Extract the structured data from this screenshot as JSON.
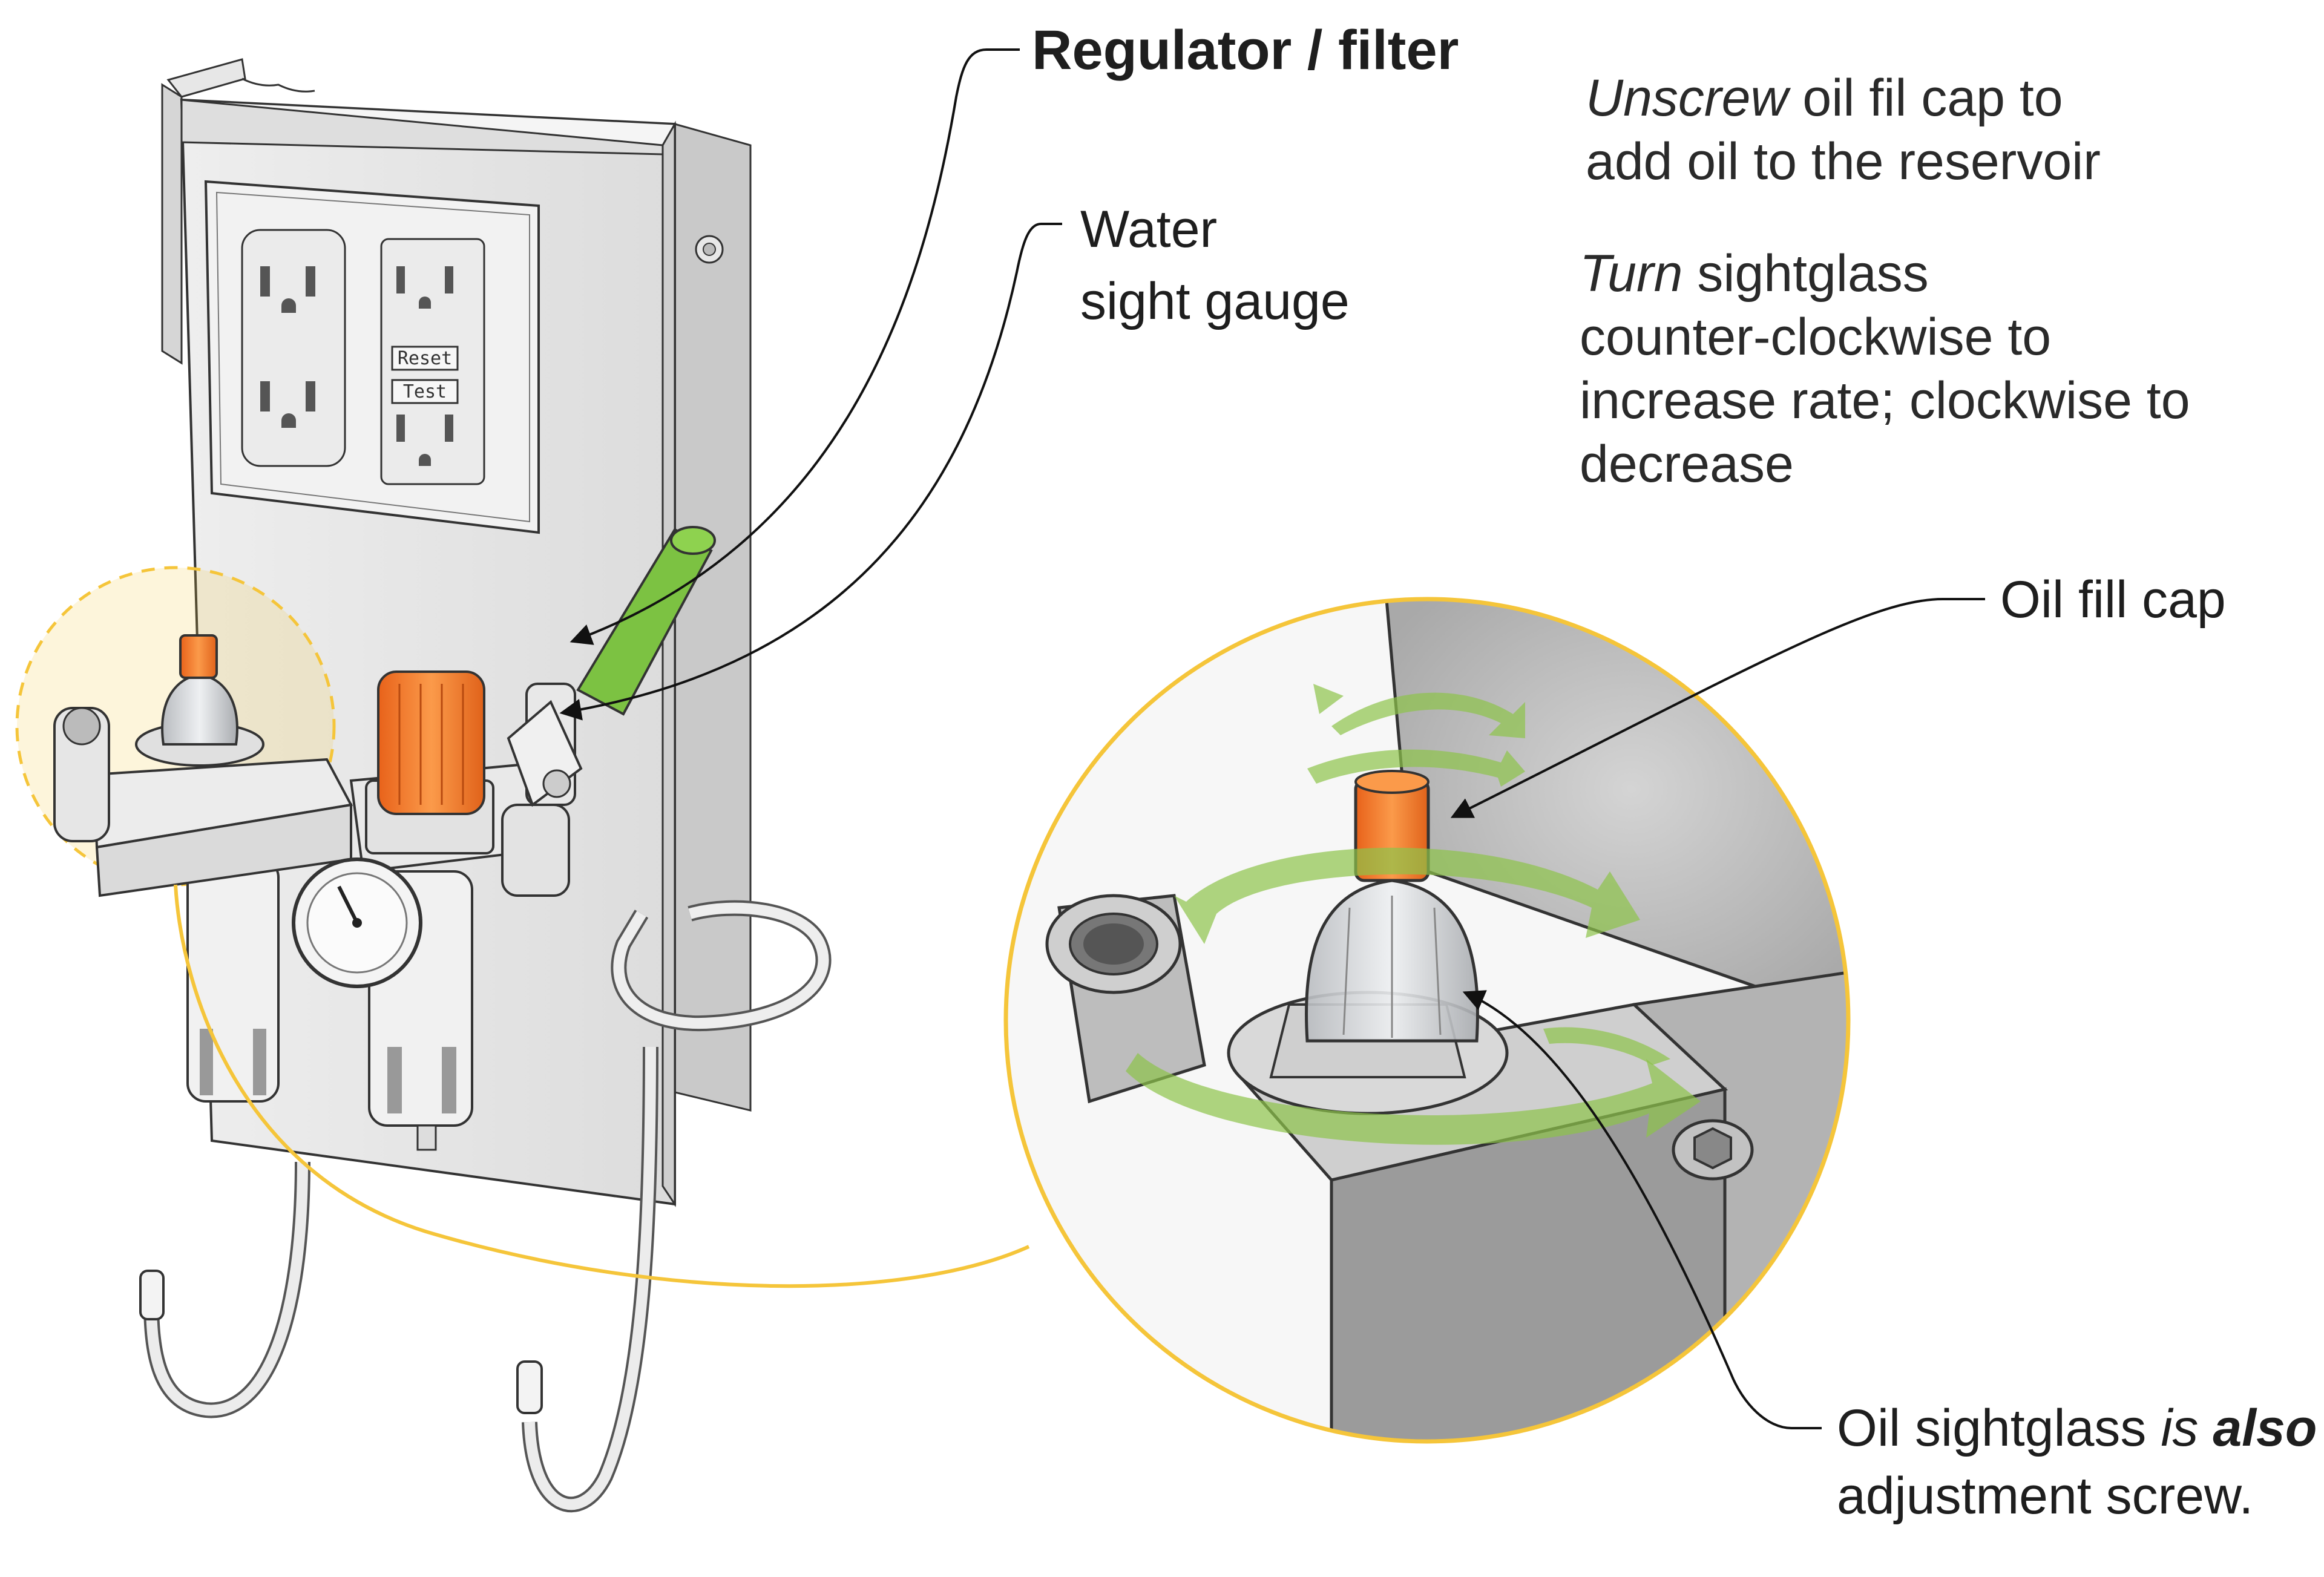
{
  "callouts": {
    "regulator_filter": "Regulator / filter",
    "water_line1": "Water",
    "water_line2": "sight gauge",
    "oil_fill_cap": "Oil fill cap",
    "sightglass_line1_a": "Oil sightglass ",
    "sightglass_line1_b": "is",
    "sightglass_line1_c": " also",
    "sightglass_line2": "adjustment screw."
  },
  "instructions": {
    "unscrew": {
      "verb": "Unscrew",
      "line1_rest": " oil fil cap to",
      "line2": "add oil to the reservoir"
    },
    "turn": {
      "verb": "Turn",
      "line1_rest": " sightglass",
      "line2": "counter-clockwise to",
      "line3": "increase rate; clockwise to",
      "line4": "decrease"
    }
  },
  "outlet_buttons": {
    "reset": "Reset",
    "test": "Test"
  },
  "colors": {
    "accent_yellow": "#f5c53a",
    "cap_orange": "#f07a25",
    "handle_green": "#7cc242",
    "arrow_green": "#8dc34a",
    "panel_gray": "#e4e4e4",
    "line_dark": "#222222"
  }
}
